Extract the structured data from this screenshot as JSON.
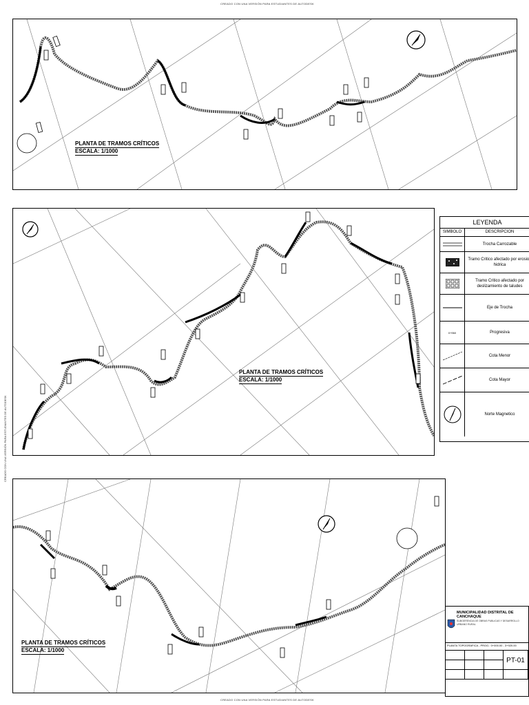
{
  "watermark": "CREADO CON UNA VERSIÓN PARA ESTUDIANTES DE AUTODESK",
  "plans": [
    {
      "title": "PLANTA DE TRAMOS CRÍTICOS",
      "scale": "ESCALA: 1/1000"
    },
    {
      "title": "PLANTA DE TRAMOS CRÍTICOS",
      "scale": "ESCALA: 1/1000"
    },
    {
      "title": "PLANTA DE TRAMOS CRÍTICOS",
      "scale": "ESCALA: 1/1000"
    }
  ],
  "legend": {
    "title": "LEYENDA",
    "col_symbol": "SIMBOLO",
    "col_desc": "DESCRIPCION",
    "items": [
      {
        "desc": "Trocha Carrozable",
        "icon": "double-line-icon"
      },
      {
        "desc": "Tramo Critico afectado por erosion hidrica",
        "icon": "dark-hatch-icon"
      },
      {
        "desc": "Tramo Critico afectado por deslizamiento de taludes",
        "icon": "squares-hatch-icon"
      },
      {
        "desc": "Eje de Trocha",
        "icon": "axis-line-icon"
      },
      {
        "desc": "Progresiva",
        "icon": "progressive-label-icon",
        "symbol_text": "0+960"
      },
      {
        "desc": "Cota Menor",
        "icon": "minor-contour-icon"
      },
      {
        "desc": "Cota Mayor",
        "icon": "major-contour-icon"
      },
      {
        "desc": "Norte Magnetico",
        "icon": "north-arrow-icon"
      }
    ]
  },
  "titleblock": {
    "municipality": "MUNICIPALIDAD DISTRITAL DE CANCHAQUE",
    "subgerencia": "SUBGERENCIA DE OBRAS PUBLICAS Y DESARROLLO",
    "unit": "URBANO RURAL",
    "plano": "PLANTA TOPOGRAFICA - PROG.: 0+000.00 - 3+920.00",
    "code": "PT-01"
  }
}
